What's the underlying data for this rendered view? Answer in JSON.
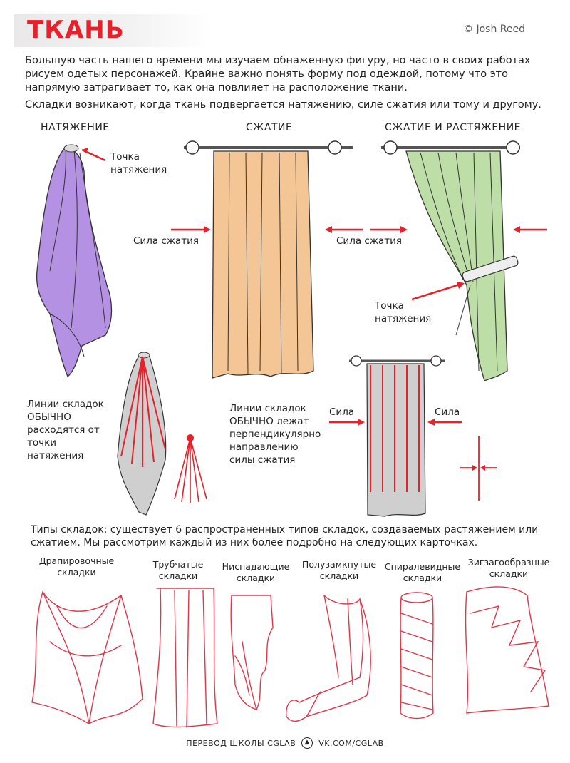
{
  "header": {
    "title": "ТКАНЬ",
    "author": "© Josh Reed"
  },
  "intro": {
    "p1": "Большую часть нашего времени  мы изучаем обнаженную фигуру, но часто в своих работах рисуем одетых персонажей. Крайне важно понять форму под одеждой, потому что это напрямую затрагивает то, как она повлияет на расположение ткани.",
    "p2": "Складки возникают, когда ткань подвергается натяжению, силе сжатия или тому и другому."
  },
  "sections": {
    "tension": "НАТЯЖЕНИЕ",
    "compression": "СЖАТИЕ",
    "both": "СЖАТИЕ И РАСТЯЖЕНИЕ"
  },
  "labels": {
    "tension_point_1a": "Точка",
    "tension_point_1b": "натяжения",
    "compression_force_left": "Сила сжатия",
    "compression_force_right": "Сила сжатия",
    "tension_point_2a": "Точка",
    "tension_point_2b": "натяжения",
    "fold_lines_tension": [
      "Линии складок",
      "ОБЫЧНО",
      "расходятся от",
      "точки",
      "натяжения"
    ],
    "fold_lines_compression": [
      "Линии складок",
      "ОБЫЧНО лежат",
      "перпендикулярно",
      "направлению",
      "силы сжатия"
    ],
    "force_left": "Сила",
    "force_right": "Сила"
  },
  "types": {
    "intro": "Типы складок: существует 6 распространенных типов складок, создаваемых растяжением или сжатием. Мы рассмотрим каждый из них более подробно на следующих карточках.",
    "items": [
      {
        "l1": "Драпировочные",
        "l2": "складки"
      },
      {
        "l1": "Трубчатые",
        "l2": "складки"
      },
      {
        "l1": "Ниспадающие",
        "l2": "складки"
      },
      {
        "l1": "Полузамкнутые",
        "l2": "складки"
      },
      {
        "l1": "Спиралевидные",
        "l2": "складки"
      },
      {
        "l1": "Зигзагообразные",
        "l2": "складки"
      }
    ]
  },
  "footer": {
    "left": "ПЕРЕВОД ШКОЛЫ CGLAB",
    "right": "VK.COM/CGLAB"
  },
  "colors": {
    "accent_red": "#e8202a",
    "cloth_purple": "#9b6cd8",
    "cloth_orange": "#f2b87a",
    "cloth_green": "#a7d48a",
    "sketch_red": "#e0364a"
  }
}
